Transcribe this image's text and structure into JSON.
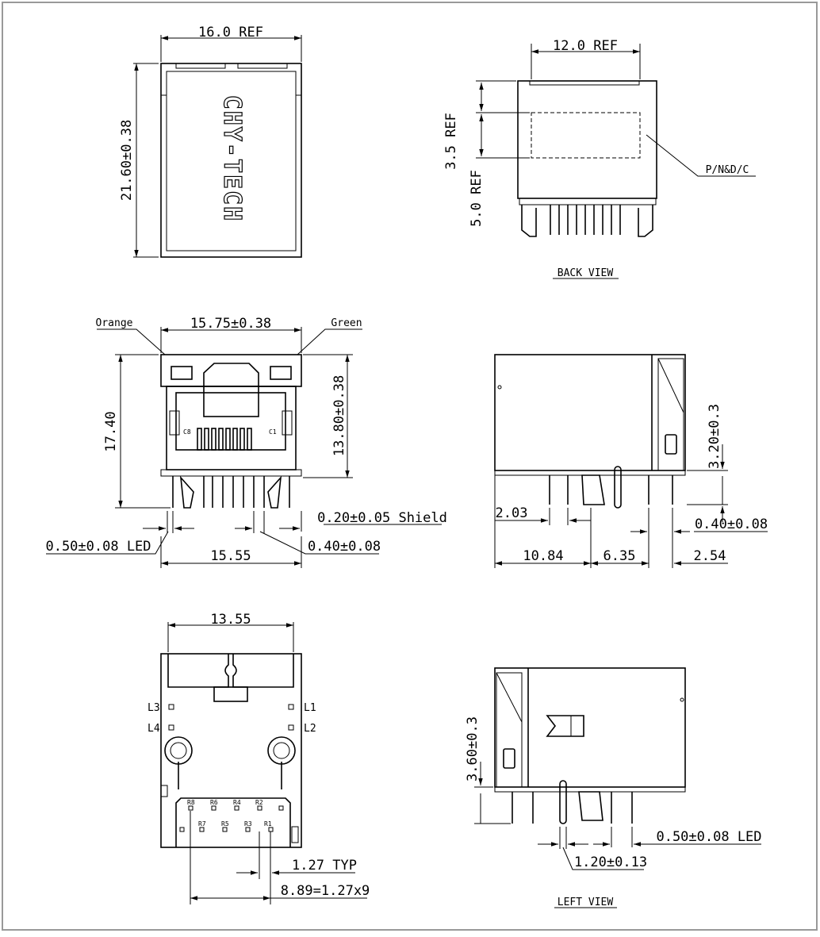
{
  "brand_marking": "CHY-TECH",
  "top_view": {
    "width_dim": "16.0 REF",
    "height_dim": "21.60±0.38"
  },
  "back_view": {
    "caption": "BACK VIEW",
    "label_width_dim": "12.0 REF",
    "label_height_dim": "3.5 REF",
    "label_offset_dim": "5.0 REF",
    "label_callout": "P/N&D/C"
  },
  "front_view": {
    "led_left_label": "Orange",
    "led_right_label": "Green",
    "width_dim": "15.75±0.38",
    "height_dim": "17.40",
    "inner_height_dim": "13.80±0.38",
    "contact_left": "C8",
    "contact_right": "C1",
    "shield_pin_dim": "0.20±0.05 Shield",
    "led_pin_dim": "0.50±0.08 LED",
    "signal_pin_dim": "0.40±0.08",
    "pin_span_dim": "15.55"
  },
  "side_view": {
    "height_dim": "3.20±0.3",
    "offset_dim": "2.03",
    "pin_dim": "0.40±0.08",
    "dim_a": "10.84",
    "dim_b": "6.35",
    "dim_c": "2.54"
  },
  "bottom_view": {
    "width_dim": "13.55",
    "led_pins": [
      "L3",
      "L4",
      "L1",
      "L2"
    ],
    "signal_pins": [
      "R8",
      "R6",
      "R4",
      "R2",
      "R7",
      "R5",
      "R3",
      "R1"
    ],
    "pitch_dim": "1.27 TYP",
    "span_dim": "8.89=1.27x9"
  },
  "left_view": {
    "caption": "LEFT VIEW",
    "height_dim": "3.60±0.3",
    "led_pin_dim": "0.50±0.08 LED",
    "shield_dim": "1.20±0.13"
  }
}
